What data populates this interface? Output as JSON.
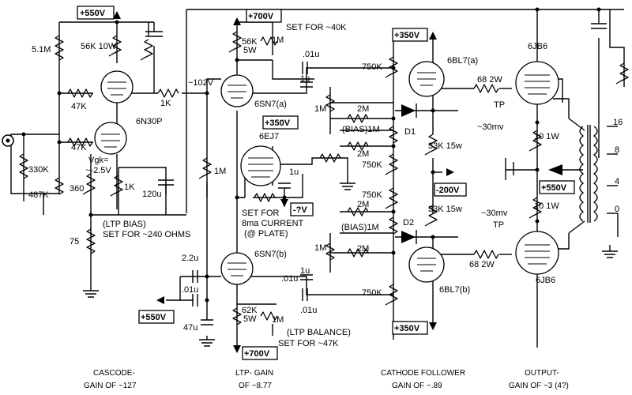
{
  "supplies": {
    "b550_top": "+550V",
    "b700_top": "+700V",
    "b350_top": "+350V",
    "b350_mid": "+350V",
    "m200": "-200V",
    "b550_right": "+550V",
    "b550_bot": "+550V",
    "b700_bot": "+700V",
    "b350_bot": "+350V",
    "m7v": "-?V"
  },
  "components": {
    "r_5m1": "5.1M",
    "r_56k10w": "56K 10W",
    "r_47k_a": "47K",
    "r_47k_b": "47K",
    "r_1k_cas": "1K",
    "tube_6n30p": "6N30P",
    "vgk_1": "Vgk=",
    "vgk_2": "~-2.5V",
    "r_330k": "330K",
    "r_487k": "487K",
    "r_360": "360",
    "r_1k_pot": "1K",
    "c_120u": "120u",
    "r_75": "75",
    "ltp_bias_1": "(LTP BIAS)",
    "ltp_bias_2": "SET FOR ~240 OHMS",
    "v_102": "~102V",
    "r_56k5w": "56K",
    "r_56k5w_b": "5W",
    "r_1m_set": "1M",
    "set_40k": "SET FOR ~40K",
    "tube_6sn7a": "6SN7(a)",
    "tube_6ej7": "6EJ7",
    "c_01u_a": ".01u",
    "c_1u_a": "1u",
    "r_1m_mid": "1M",
    "c_1u_6ej7": "1u",
    "set_8ma_1": "SET FOR",
    "set_8ma_2": "8ma CURRENT",
    "set_8ma_3": "(@ PLATE)",
    "c_2u2": "2.2u",
    "c_01u_b": ".01u",
    "c_47u": "47u",
    "tube_6sn7b": "6SN7(b)",
    "r_62k": "62K",
    "r_62k_b": "5W",
    "r_1m_bal": "1M",
    "ltp_bal_1": "(LTP BALANCE)",
    "ltp_bal_2": "SET FOR ~47K",
    "c_01u_c": ".01u",
    "c_1u_b": "1u",
    "c_01u_d": ".01u",
    "r_750k_1": "750K",
    "r_750k_2": "750K",
    "r_750k_3": "750K",
    "r_750k_4": "750K",
    "r_1m_ca": "1M",
    "r_2m_1": "2M",
    "bias_1": "(BIAS)1M",
    "r_2m_2": "2M",
    "r_2m_3": "2M",
    "bias_2": "(BIAS)1M",
    "r_1m_cb": "1M",
    "r_2m_4": "2M",
    "d1": "D1",
    "d2": "D2",
    "tube_6bl7a": "6BL7(a)",
    "tube_6bl7b": "6BL7(b)",
    "r_33k_a": "33K 15w",
    "r_33k_b": "33K 15w",
    "r_68_a": "68 2W",
    "r_68_b": "68 2W",
    "tube_6jb6_a": "6JB6",
    "tube_6jb6_b": "6JB6",
    "tp_a": "TP",
    "tp_a_v": "~30mv",
    "tp_b_v": "~30mv",
    "tp_b": "TP",
    "r_10_a": "10 1W",
    "r_10_b": "10 1W",
    "tap_16": "16",
    "tap_8": "8",
    "tap_4": "4",
    "tap_0": "0"
  },
  "captions": {
    "cascode_1": "CASCODE-",
    "cascode_2": "GAIN OF ~127",
    "ltp_1": "LTP- GAIN",
    "ltp_2": "OF ~8.77",
    "cf_1": "CATHODE FOLLOWER",
    "cf_2": "GAIN OF ~.89",
    "out_1": "OUTPUT-",
    "out_2": "GAIN OF ~3 (4?)"
  }
}
